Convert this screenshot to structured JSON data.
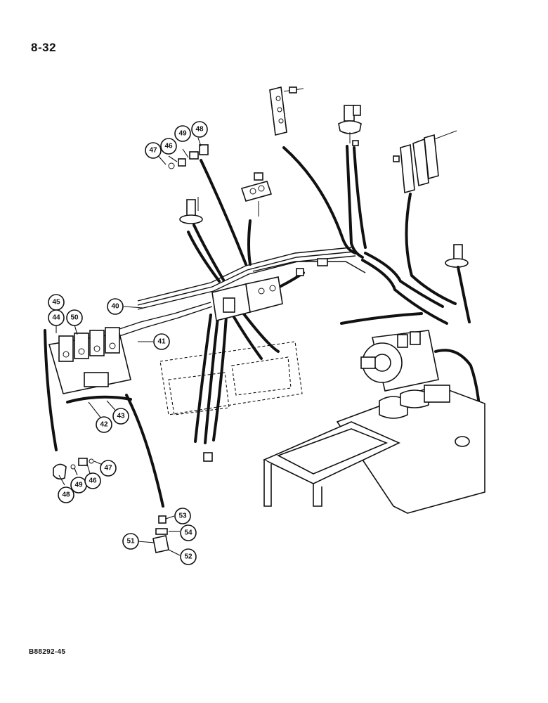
{
  "page": {
    "page_number": "8-32",
    "figure_code": "B88292-45"
  },
  "callouts": {
    "c40": "40",
    "c41": "41",
    "c42": "42",
    "c43": "43",
    "c44": "44",
    "c45": "45",
    "c46_top": "46",
    "c46_bottom": "46",
    "c47_top": "47",
    "c47_bottom": "47",
    "c48_top": "48",
    "c48_bottom": "48",
    "c49_top": "49",
    "c49_bottom": "49",
    "c50": "50",
    "c51": "51",
    "c52": "52",
    "c53": "53",
    "c54": "54"
  }
}
